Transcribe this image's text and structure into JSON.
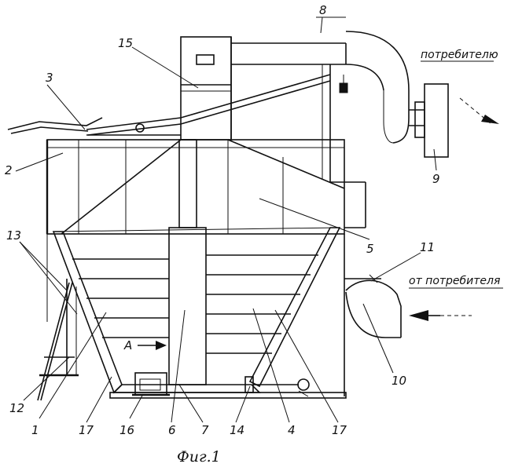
{
  "figure": {
    "caption": "Фиг.1",
    "label_to_consumer": "потребителю",
    "label_from_consumer": "от потребителя",
    "label_a": "А",
    "callouts": {
      "c1": "1",
      "c2": "2",
      "c3": "3",
      "c4": "4",
      "c5": "5",
      "c6": "6",
      "c7": "7",
      "c8": "8",
      "c9": "9",
      "c10": "10",
      "c11": "11",
      "c12": "12",
      "c13": "13",
      "c14": "14",
      "c15": "15",
      "c16": "16",
      "c17a": "17",
      "c17b": "17"
    }
  }
}
